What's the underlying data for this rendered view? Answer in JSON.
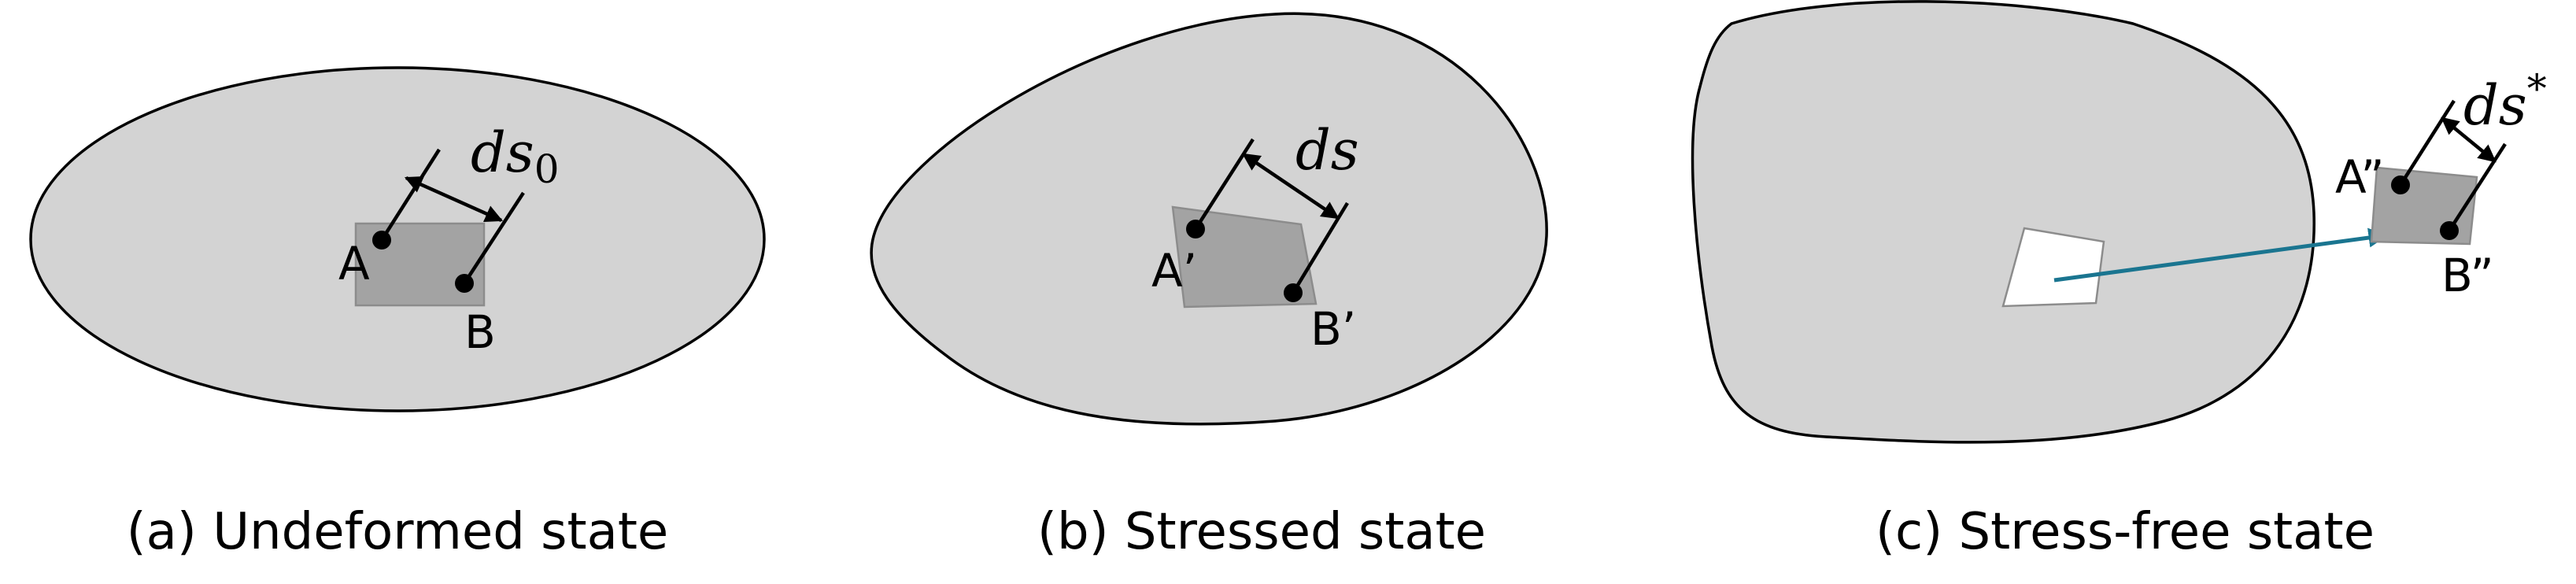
{
  "panels": [
    {
      "caption": "(a) Undeformed state",
      "point_a": "A",
      "point_b": "B",
      "length_base": "ds",
      "length_sub": "0"
    },
    {
      "caption": "(b) Stressed state",
      "point_a": "A’",
      "point_b": "B’",
      "length_base": "ds"
    },
    {
      "caption": "(c) Stress-free state",
      "point_a": "A”",
      "point_b": "B”",
      "length_base": "ds",
      "length_sup": "*"
    }
  ],
  "colors": {
    "body_fill": "#d3d3d3",
    "element_fill": "#a3a3a3",
    "arrow": "#1a7590"
  }
}
